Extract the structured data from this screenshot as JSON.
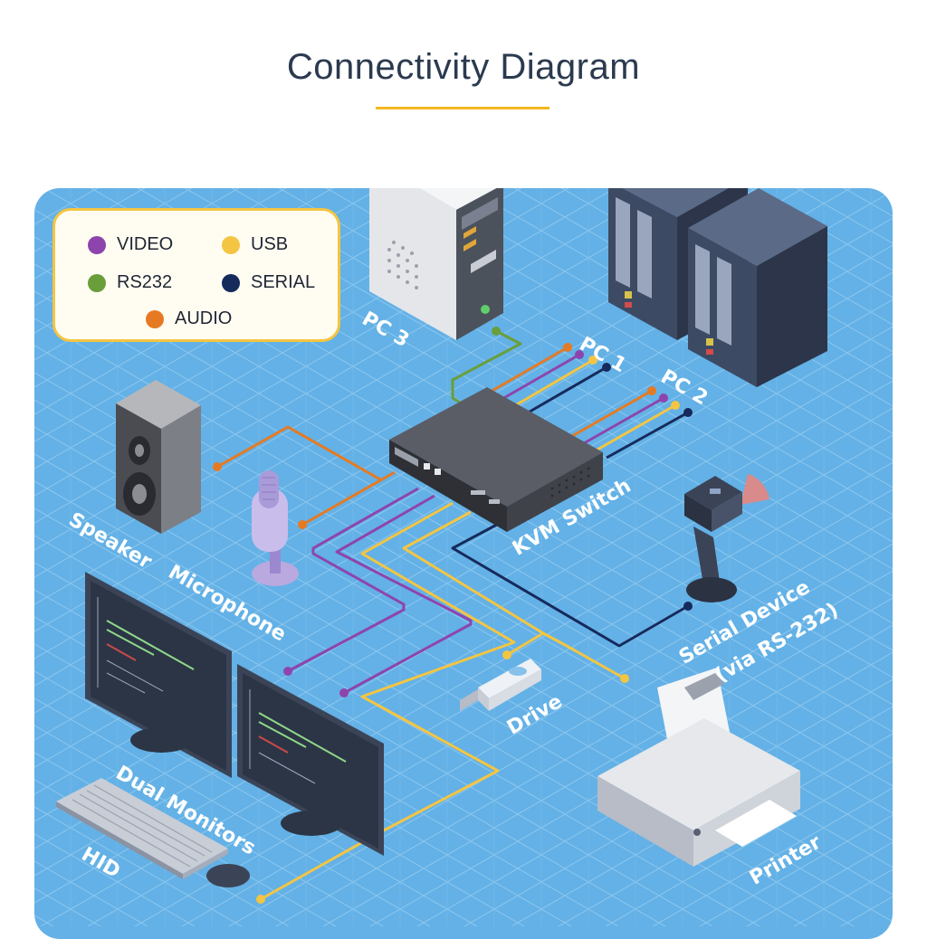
{
  "title": "Connectivity Diagram",
  "legend": {
    "video": "VIDEO",
    "usb": "USB",
    "rs232": "RS232",
    "serial": "SERIAL",
    "audio": "AUDIO"
  },
  "colors": {
    "video": "#8e44ad",
    "usb": "#f4c542",
    "rs232": "#6a9e3a",
    "serial": "#162a5c",
    "audio": "#e67a22",
    "panel": "#63b1e6",
    "accent": "#f4b820"
  },
  "labels": {
    "pc3": "PC 3",
    "pc1": "PC 1",
    "pc2": "PC 2",
    "kvm": "KVM Switch",
    "speaker": "Speaker",
    "microphone": "Microphone",
    "serial_device": "Serial Device",
    "serial_device_sub": "(via RS-232)",
    "drive": "Drive",
    "dual_monitors": "Dual Monitors",
    "hid": "HID",
    "printer": "Printer"
  }
}
